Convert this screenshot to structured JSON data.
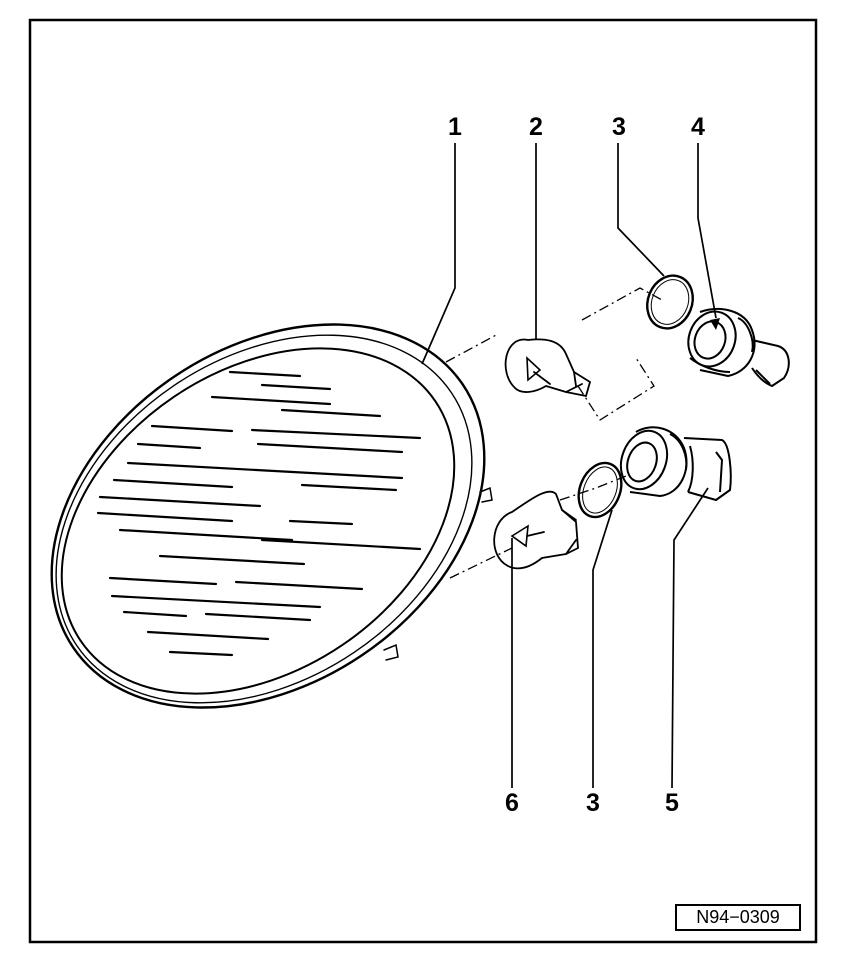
{
  "callouts": {
    "c1": "1",
    "c2": "2",
    "c3_top": "3",
    "c4": "4",
    "c6": "6",
    "c3_bottom": "3",
    "c5": "5"
  },
  "reference_code": "N94−0309"
}
